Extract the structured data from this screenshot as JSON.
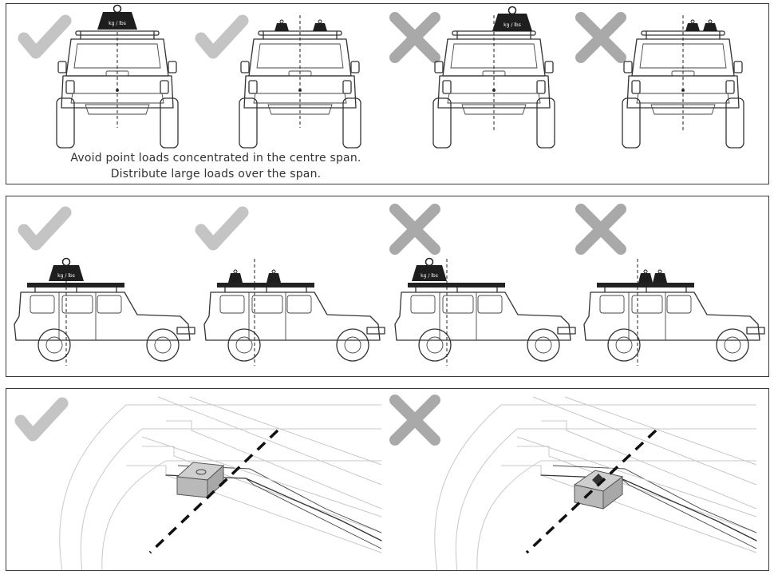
{
  "panels": {
    "rear_view": {
      "caption_line1": "Avoid point loads concentrated in the centre span.",
      "caption_line2": "Distribute large loads over the span."
    }
  },
  "weight_label": "kg / lbs",
  "icons": {
    "correct": "check-icon",
    "incorrect": "cross-icon"
  },
  "colors": {
    "icon_gray": "#c4c4c4",
    "x_gray": "#a9a9a9",
    "outline": "#333333",
    "weight_fill": "#1e1e1e",
    "block_fill": "#b9b9b9"
  }
}
